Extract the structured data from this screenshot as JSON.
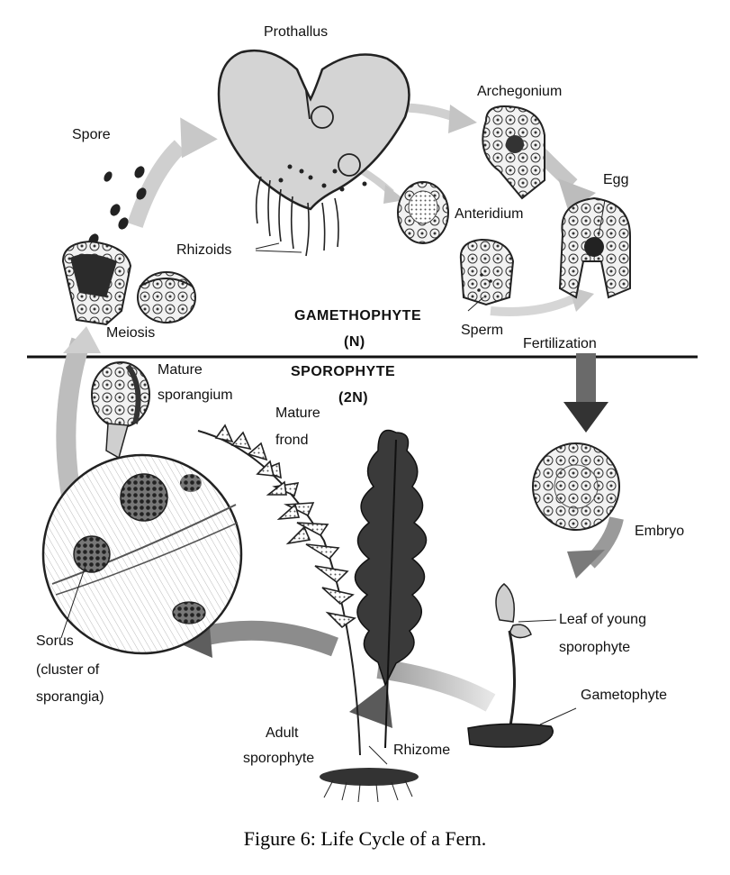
{
  "labels": {
    "prothallus": "Prothallus",
    "archegonium": "Archegonium",
    "spore": "Spore",
    "egg": "Egg",
    "anteridium": "Anteridium",
    "rhizoids": "Rhizoids",
    "gametophyte_title": "GAMETHOPHYTE",
    "gametophyte_ploidy": "(N)",
    "meiosis": "Meiosis",
    "sperm": "Sperm",
    "fertilization": "Fertilization",
    "sporophyte_title": "SPOROPHYTE",
    "sporophyte_ploidy": "(2N)",
    "mature_sporangium_1": "Mature",
    "mature_sporangium_2": "sporangium",
    "mature_frond_1": "Mature",
    "mature_frond_2": "frond",
    "embryo": "Embryo",
    "leaf_young_1": "Leaf of young",
    "leaf_young_2": "sporophyte",
    "gametophyte": "Gametophyte",
    "sorus_1": "Sorus",
    "sorus_2": "(cluster of",
    "sorus_3": "sporangia)",
    "adult_sporophyte_1": "Adult",
    "adult_sporophyte_2": "sporophyte",
    "rhizome": "Rhizome"
  },
  "caption": "Figure 6:  Life Cycle of a Fern."
}
